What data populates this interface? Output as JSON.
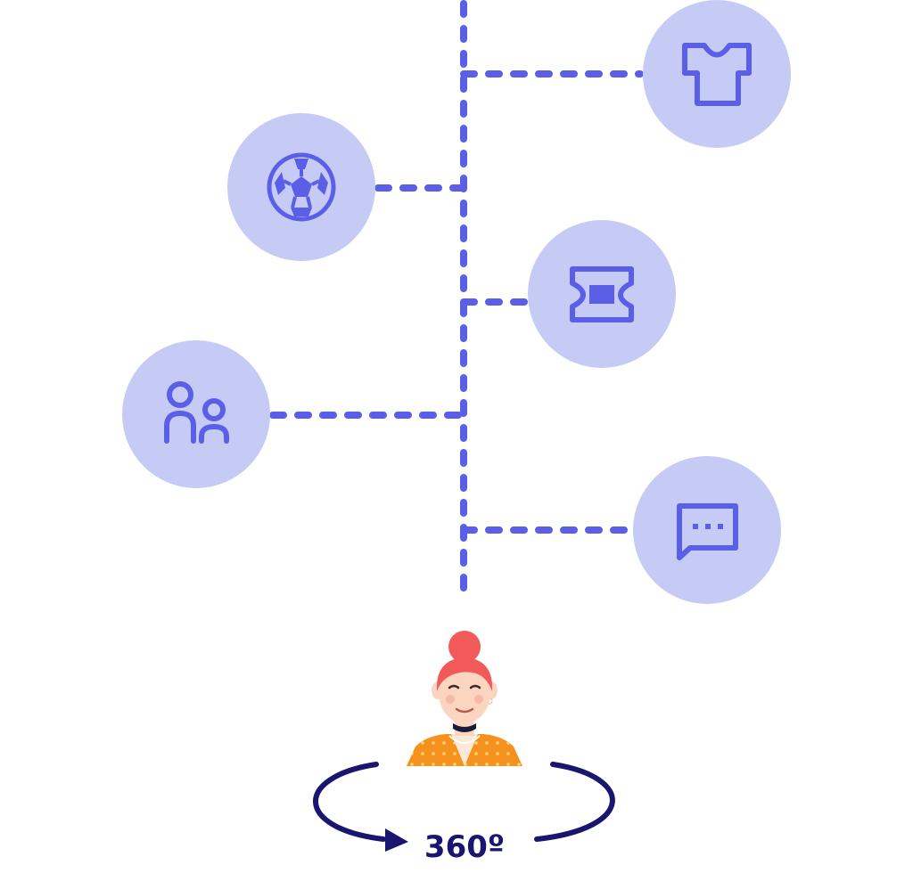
{
  "colors": {
    "accent": "#5b5fe8",
    "node_fill": "#c5cbf5",
    "navy": "#1a1670",
    "hair": "#f25a5a",
    "skin": "#fbd5c0",
    "shirt": "#f5921e"
  },
  "nodes": [
    {
      "name": "tshirt",
      "icon": "tshirt-icon",
      "side": "right"
    },
    {
      "name": "soccer-ball",
      "icon": "soccer-ball-icon",
      "side": "left"
    },
    {
      "name": "ticket",
      "icon": "ticket-icon",
      "side": "right"
    },
    {
      "name": "people",
      "icon": "people-icon",
      "side": "left"
    },
    {
      "name": "chat",
      "icon": "chat-icon",
      "side": "right"
    }
  ],
  "customer": {
    "icon": "woman-avatar-icon"
  },
  "rotation": {
    "label": "360º",
    "icon": "rotation-arrow-icon"
  }
}
